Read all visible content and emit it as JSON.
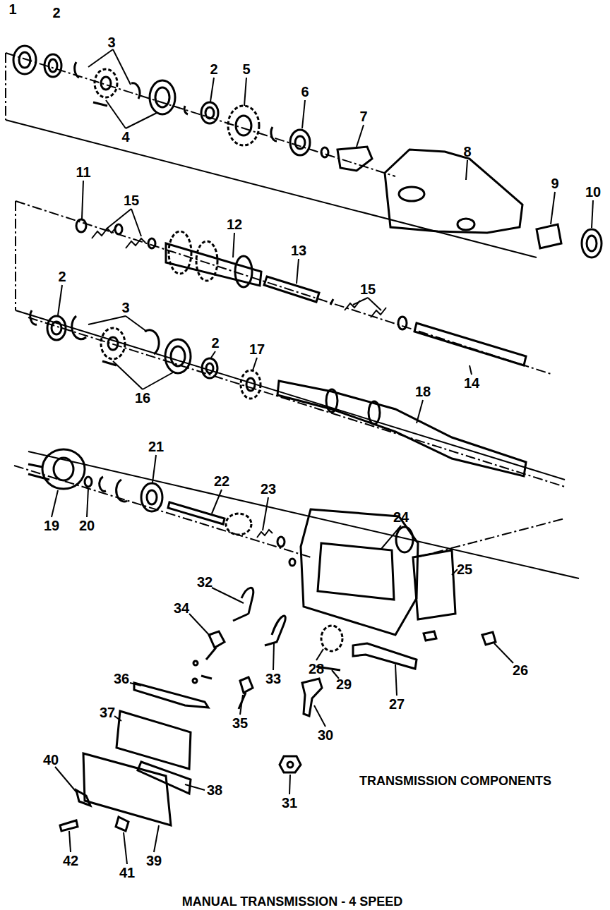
{
  "diagram": {
    "caption": "MANUAL TRANSMISSION - 4 SPEED",
    "labels": [
      "1",
      "2",
      "3",
      "4",
      "2",
      "5",
      "6",
      "7",
      "8",
      "9",
      "10",
      "11",
      "15",
      "12",
      "13",
      "15",
      "2",
      "3",
      "2",
      "17",
      "16",
      "18",
      "14",
      "21",
      "22",
      "23",
      "19",
      "20",
      "24",
      "25",
      "32",
      "34",
      "33",
      "26",
      "28",
      "29",
      "27",
      "36",
      "35",
      "30",
      "37",
      "38",
      "31",
      "40",
      "42",
      "41",
      "39",
      "TRANSMISSION COMPONENTS"
    ]
  }
}
